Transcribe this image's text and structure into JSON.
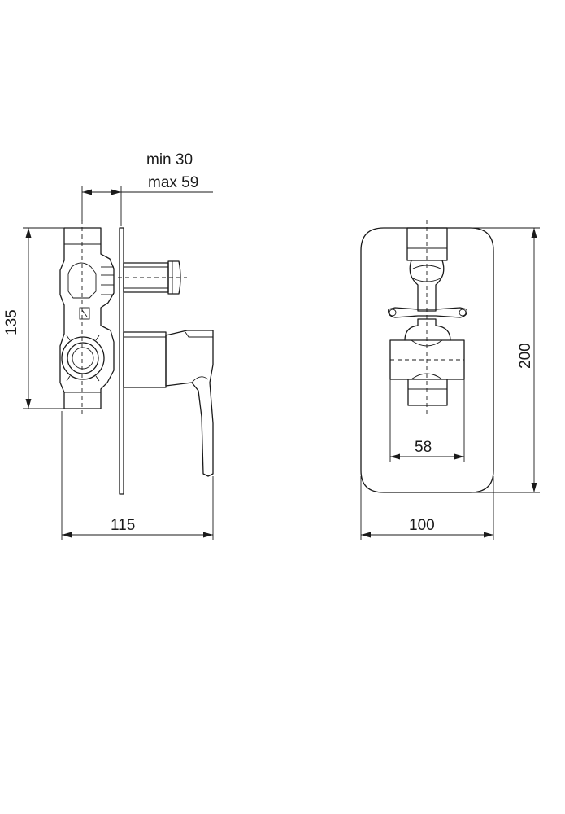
{
  "dimensions": {
    "depth_min": "min 30",
    "depth_max": "max 59",
    "body_height": "135",
    "total_depth": "115",
    "plate_height": "200",
    "plate_width": "100",
    "outlet_spacing": "58"
  }
}
